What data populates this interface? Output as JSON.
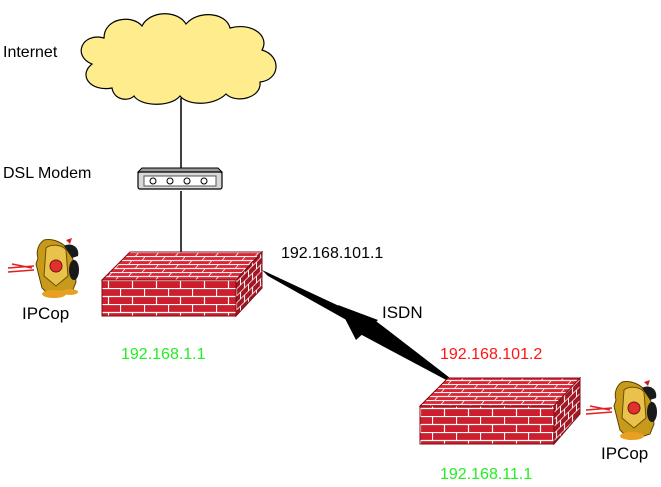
{
  "labels": {
    "internet": "Internet",
    "dsl_modem": "DSL Modem",
    "ipcop_left": "IPCop",
    "ipcop_right": "IPCop",
    "isdn": "ISDN",
    "ip_top_link": "192.168.101.1",
    "ip_remote_link": "192.168.101.2",
    "ip_lan_left": "192.168.1.1",
    "ip_lan_right": "192.168.11.1"
  },
  "colors": {
    "firewall_brick": "#cc1e2c",
    "firewall_mortar": "#ffffff",
    "cloud_fill": "#ffec8c",
    "green_ip": "#22ee22",
    "red_ip": "#ff1414",
    "black_text": "#000000"
  },
  "icons": {
    "cloud": "internet-cloud-icon",
    "modem": "dsl-modem-icon",
    "firewall": "brick-firewall-icon",
    "mascot": "ipcop-police-badge-icon",
    "isdn": "lightning-bolt-icon"
  }
}
